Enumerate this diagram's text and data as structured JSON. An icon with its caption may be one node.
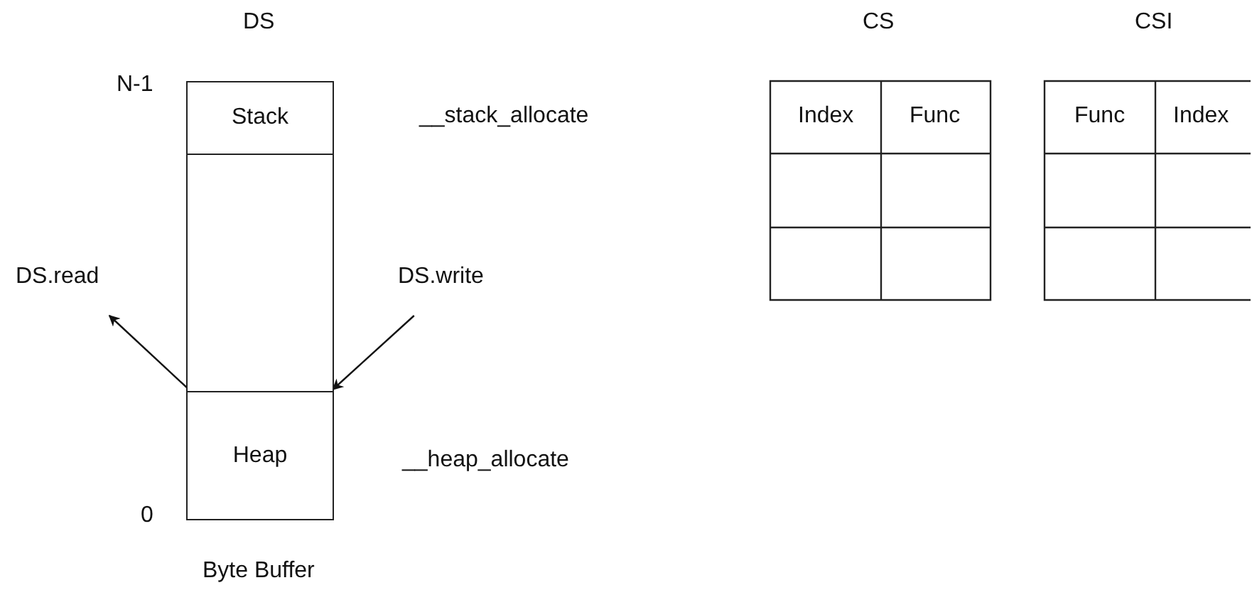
{
  "diagram": {
    "nodes": [
      {
        "text": [
          "Stack"
        ]
      },
      {
        "text": [],
        "shape": "box"
      },
      {
        "text": [
          "Heap"
        ]
      },
      {
        "text": [
          "DS.read"
        ]
      },
      {
        "text": [
          "DS.write"
        ]
      }
    ],
    "edges": [
      {
        "from": 2,
        "to": 3,
        "arrow": "to"
      },
      {
        "from": 4,
        "to": 2,
        "arrow": "to"
      }
    ],
    "labels": [
      "DS",
      "CS",
      "CSI",
      "N-1",
      "__stack_allocate",
      "Index",
      "Func",
      "Func",
      "Index",
      "__heap_allocate",
      "0",
      "Byte Buffer"
    ]
  }
}
